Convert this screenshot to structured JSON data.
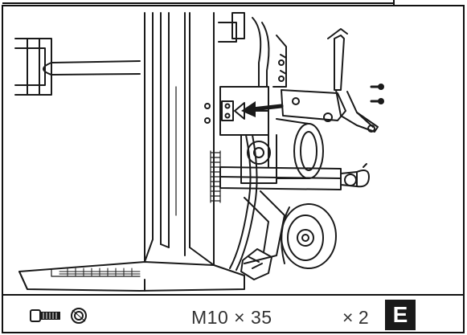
{
  "footer": {
    "parts_label": "M10 × 35",
    "quantity_label": "× 2",
    "step_letter": "E"
  },
  "icons": {
    "bolt": "hex-bolt-icon",
    "washer": "washer-icon",
    "arrow": "direction-arrow-icon"
  },
  "colors": {
    "line": "#1a1a1a",
    "badge_bg": "#1a1a1a",
    "badge_text": "#ffffff",
    "label_text": "#333333"
  }
}
